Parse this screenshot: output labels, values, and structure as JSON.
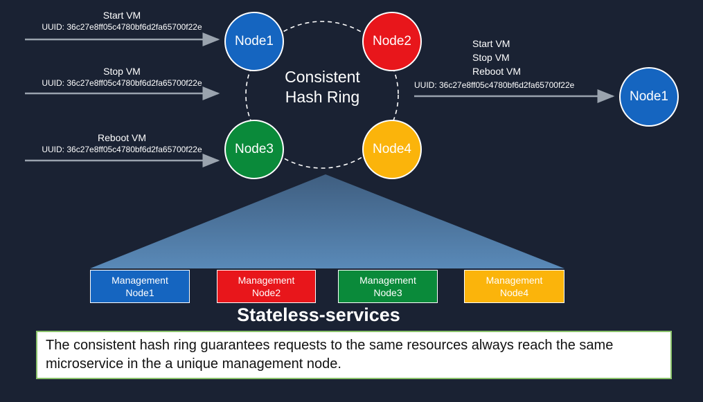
{
  "requests": [
    {
      "action": "Start VM",
      "uuid": "UUID: 36c27e8ff05c4780bf6d2fa65700f22e"
    },
    {
      "action": "Stop VM",
      "uuid": "UUID: 36c27e8ff05c4780bf6d2fa65700f22e"
    },
    {
      "action": "Reboot VM",
      "uuid": "UUID: 36c27e8ff05c4780bf6d2fa65700f22e"
    }
  ],
  "ring": {
    "label_line1": "Consistent",
    "label_line2": "Hash Ring",
    "nodes": [
      {
        "label": "Node1",
        "color": "#1565c0"
      },
      {
        "label": "Node2",
        "color": "#e8161b"
      },
      {
        "label": "Node3",
        "color": "#0a8a3a"
      },
      {
        "label": "Node4",
        "color": "#fbb40b"
      }
    ]
  },
  "routed": {
    "actions": [
      "Start VM",
      "Stop VM",
      "Reboot VM"
    ],
    "uuid": "UUID: 36c27e8ff05c4780bf6d2fa65700f22e",
    "target_node": {
      "label": "Node1",
      "color": "#1565c0"
    }
  },
  "management": [
    {
      "line1": "Management",
      "line2": "Node1",
      "color": "#1565c0"
    },
    {
      "line1": "Management",
      "line2": "Node2",
      "color": "#e8161b"
    },
    {
      "line1": "Management",
      "line2": "Node3",
      "color": "#0a8a3a"
    },
    {
      "line1": "Management",
      "line2": "Node4",
      "color": "#fbb40b"
    }
  ],
  "stateless_title": "Stateless-services",
  "note": "The consistent hash ring guarantees requests to the same resources always reach the same microservice in the a unique management node."
}
